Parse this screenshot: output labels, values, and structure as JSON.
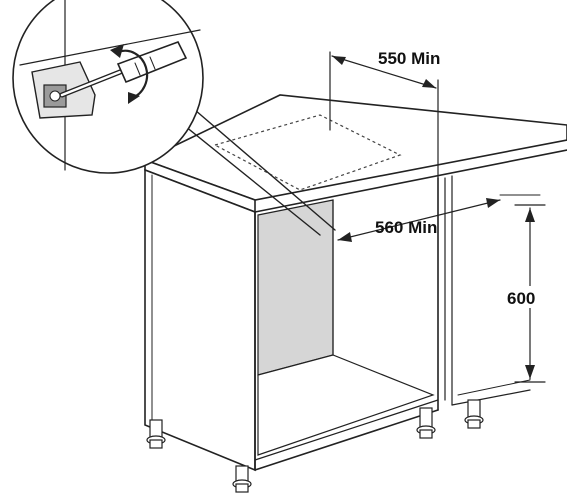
{
  "dimensions": {
    "depth_label": "550 Min",
    "width_label": "560 Min",
    "height_label": "600"
  },
  "colors": {
    "line": "#222222",
    "back_panel": "#d6d6d6",
    "background": "#ffffff"
  }
}
